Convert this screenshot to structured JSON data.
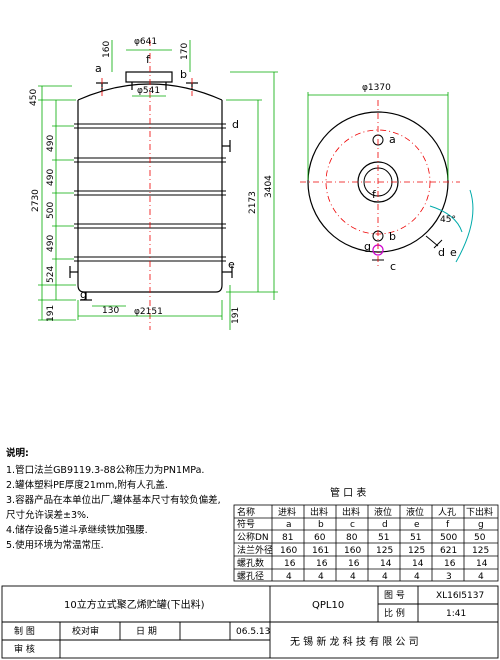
{
  "dims": {
    "d641": "φ641",
    "d541": "φ541",
    "d2151": "φ2151",
    "d1370": "φ1370",
    "d130": "130",
    "v160": "160",
    "v170": "170",
    "v450": "450",
    "v2730": "2730",
    "v490a": "490",
    "v490b": "490",
    "v500": "500",
    "v490c": "490",
    "v524": "524",
    "v191l": "191",
    "v191r": "191",
    "v2173": "2173",
    "v3404": "3404",
    "ang45": "45°"
  },
  "nozzles": {
    "a": "a",
    "b": "b",
    "c": "c",
    "d": "d",
    "e": "e",
    "f": "f",
    "g": "g"
  },
  "notes": {
    "title": "说明:",
    "items": [
      "1.管口法兰GB9119.3-88公称压力为PN1MPa.",
      "2.罐体塑料PE厚度21mm,附有人孔盖.",
      "3.容器产品在本单位出厂,罐体基本尺寸有较负偏差,",
      "   尺寸允许误差±3%.",
      "4.储存设备5道斗承继续铁加强腰.",
      "5.使用环境为常温常压."
    ]
  },
  "nozzle_table": {
    "title": "管 口 表",
    "headers": [
      "名称",
      "进料",
      "出料",
      "出料",
      "液位",
      "液位",
      "人孔",
      "下出料"
    ],
    "rows": [
      [
        "符号",
        "a",
        "b",
        "c",
        "d",
        "e",
        "f",
        "g"
      ],
      [
        "公称DN",
        "81",
        "60",
        "80",
        "51",
        "51",
        "500",
        "50"
      ],
      [
        "法兰外径",
        "160",
        "161",
        "160",
        "125",
        "125",
        "621",
        "125"
      ],
      [
        "螺孔数",
        "16",
        "16",
        "16",
        "14",
        "14",
        "16",
        "14"
      ],
      [
        "螺孔径",
        "4",
        "4",
        "4",
        "4",
        "4",
        "3",
        "4"
      ]
    ]
  },
  "title_block": {
    "name": "10立方立式聚乙烯贮罐(下出料)",
    "model": "QPL10",
    "drawing_no_label": "图 号",
    "drawing_no": "XL16I5137",
    "scale_label": "比 例",
    "scale": "1:41",
    "drawn_label": "制 图",
    "checker_label": "校对审",
    "date_label": "日 期",
    "date": "06.5.13",
    "approve_label": "审 核",
    "company": "无 锡 新 龙 科 技 有 限 公 司"
  }
}
